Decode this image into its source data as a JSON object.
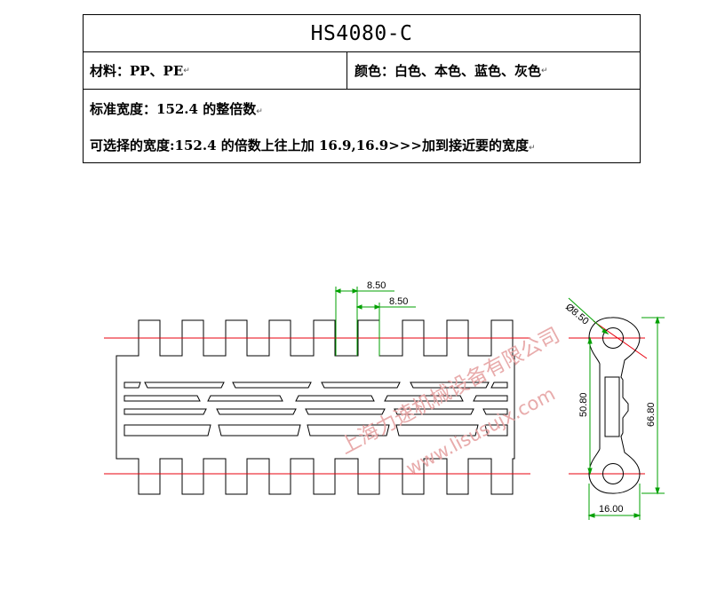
{
  "spec": {
    "title": "HS4080-C",
    "material": "材料：PP、PE",
    "color": "颜色：白色、本色、蓝色、灰色",
    "standard_width": "标准宽度：152.4 的整倍数",
    "optional_width": "可选择的宽度:152.4 的倍数上往上加 16.9,16.9>>>加到接近要的宽度",
    "return_mark": "↵"
  },
  "dimensions": {
    "pitch_a": "8.50",
    "pitch_b": "8.50",
    "hole_dia": "Ø8.50",
    "height_inner": "50.80",
    "height_outer": "66.80",
    "thickness": "16.00"
  },
  "watermark": {
    "text": "上海力速机械设备有限公司",
    "url": "www.lisusujx.com"
  },
  "colors": {
    "centerline": "#e8000d",
    "dimension": "#00a000",
    "outline": "#000000",
    "watermark": "#e6a2a2"
  }
}
